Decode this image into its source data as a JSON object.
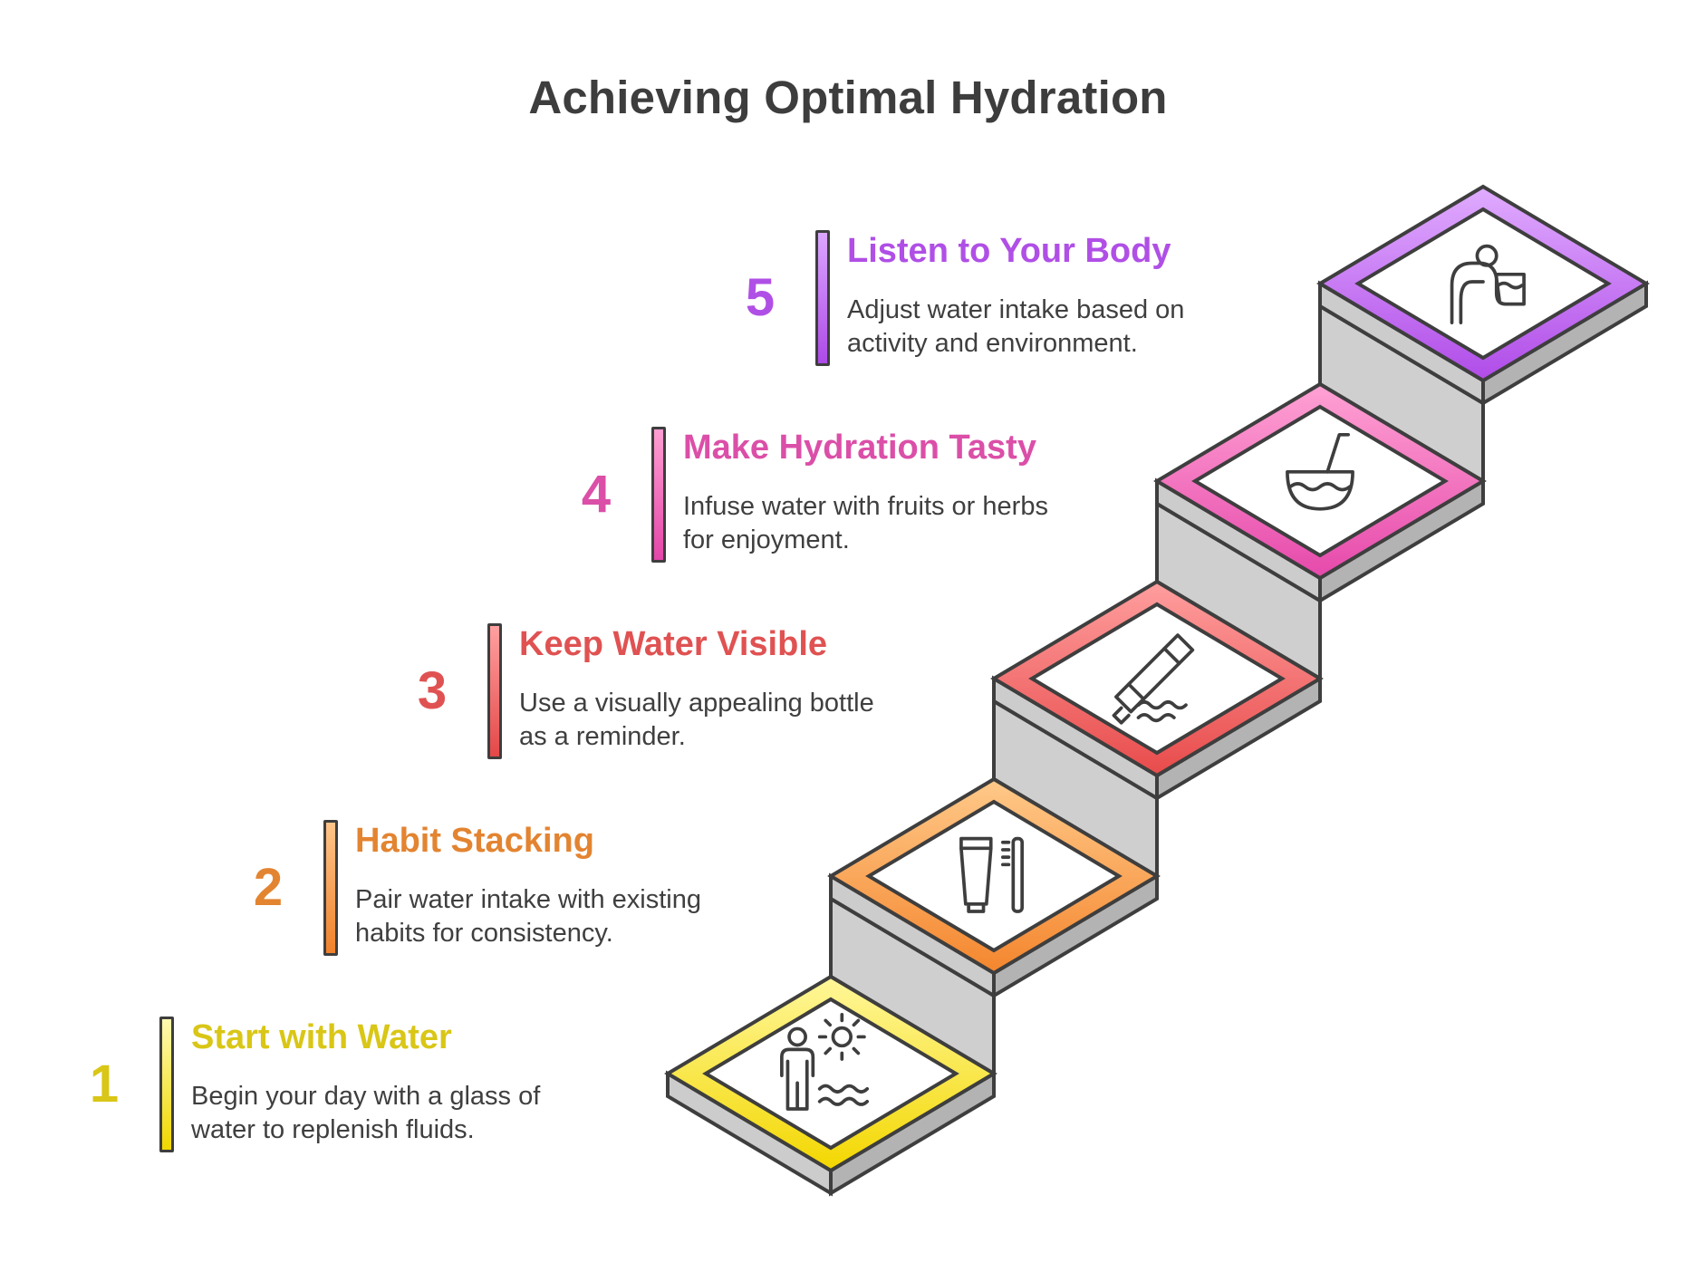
{
  "title": "Achieving Optimal Hydration",
  "steps": [
    {
      "number": "1",
      "title": "Start with Water",
      "description": "Begin your day with a glass of water to replenish fluids.",
      "color": "#d9c616",
      "bar_top": "#fff9b0",
      "bar_bottom": "#f0d800",
      "frame_light": "#fff79a",
      "frame_dark": "#f3d700",
      "icon": "person-sun-icon"
    },
    {
      "number": "2",
      "title": "Habit Stacking",
      "description": "Pair water intake with existing habits for consistency.",
      "color": "#e38431",
      "bar_top": "#ffc58a",
      "bar_bottom": "#f0822c",
      "frame_light": "#ffc989",
      "frame_dark": "#f4862e",
      "icon": "toothpaste-toothbrush-icon"
    },
    {
      "number": "3",
      "title": "Keep Water Visible",
      "description": "Use a visually appealing bottle as a reminder.",
      "color": "#e05252",
      "bar_top": "#ffa0a0",
      "bar_bottom": "#e44848",
      "frame_light": "#ff9e9e",
      "frame_dark": "#e84b4b",
      "icon": "water-bottle-icon"
    },
    {
      "number": "4",
      "title": "Make Hydration Tasty",
      "description": "Infuse water with fruits or herbs for enjoyment.",
      "color": "#db4fa8",
      "bar_top": "#ff9fd2",
      "bar_bottom": "#e346a8",
      "frame_light": "#ffa2d4",
      "frame_dark": "#e649ab",
      "icon": "coconut-drink-icon"
    },
    {
      "number": "5",
      "title": "Listen to Your Body",
      "description": "Adjust water intake based on activity and environment.",
      "color": "#b04fe6",
      "bar_top": "#dca6ff",
      "bar_bottom": "#ad4ae8",
      "frame_light": "#e0acff",
      "frame_dark": "#b04ce8",
      "icon": "person-drinking-icon"
    }
  ]
}
